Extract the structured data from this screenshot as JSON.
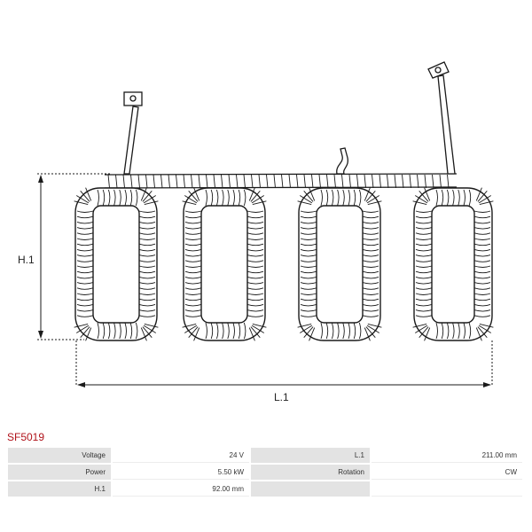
{
  "part_code": "SF5019",
  "dimension_labels": {
    "height": "H.1",
    "length": "L.1"
  },
  "specs": [
    [
      {
        "label": "Voltage",
        "value": "24 V"
      },
      {
        "label": "L.1",
        "value": "211.00 mm"
      }
    ],
    [
      {
        "label": "Power",
        "value": "5.50 kW"
      },
      {
        "label": "Rotation",
        "value": "CW"
      }
    ],
    [
      {
        "label": "H.1",
        "value": "92.00 mm"
      },
      {
        "label": "",
        "value": ""
      }
    ]
  ],
  "colors": {
    "accent": "#b0121a",
    "line": "#1a1a1a",
    "label_cell": "#e3e3e3"
  }
}
